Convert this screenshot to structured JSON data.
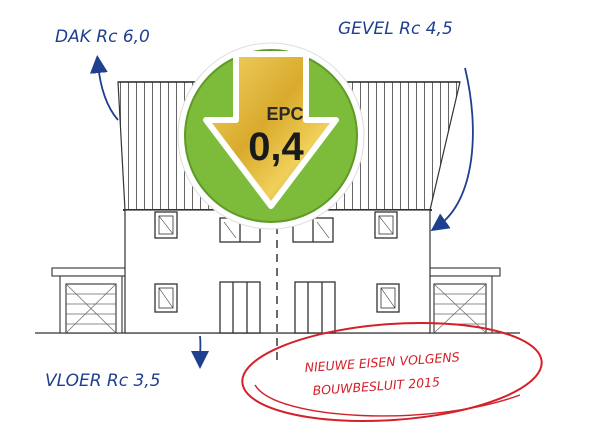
{
  "annotations": {
    "roof": "DAK Rc 6,0",
    "facade": "GEVEL Rc 4,5",
    "floor": "VLOER Rc 3,5",
    "note_line1": "NIEUWE EISEN VOLGENS",
    "note_line2": "BOUWBESLUIT 2015"
  },
  "badge": {
    "label": "EPC",
    "value": "0,4",
    "ring_color": "#7dbb3a",
    "arrow_color": "#e0b83a"
  },
  "colors": {
    "handwriting_blue": "#1f3f8f",
    "handwriting_red": "#d3202a",
    "line": "#333333"
  }
}
